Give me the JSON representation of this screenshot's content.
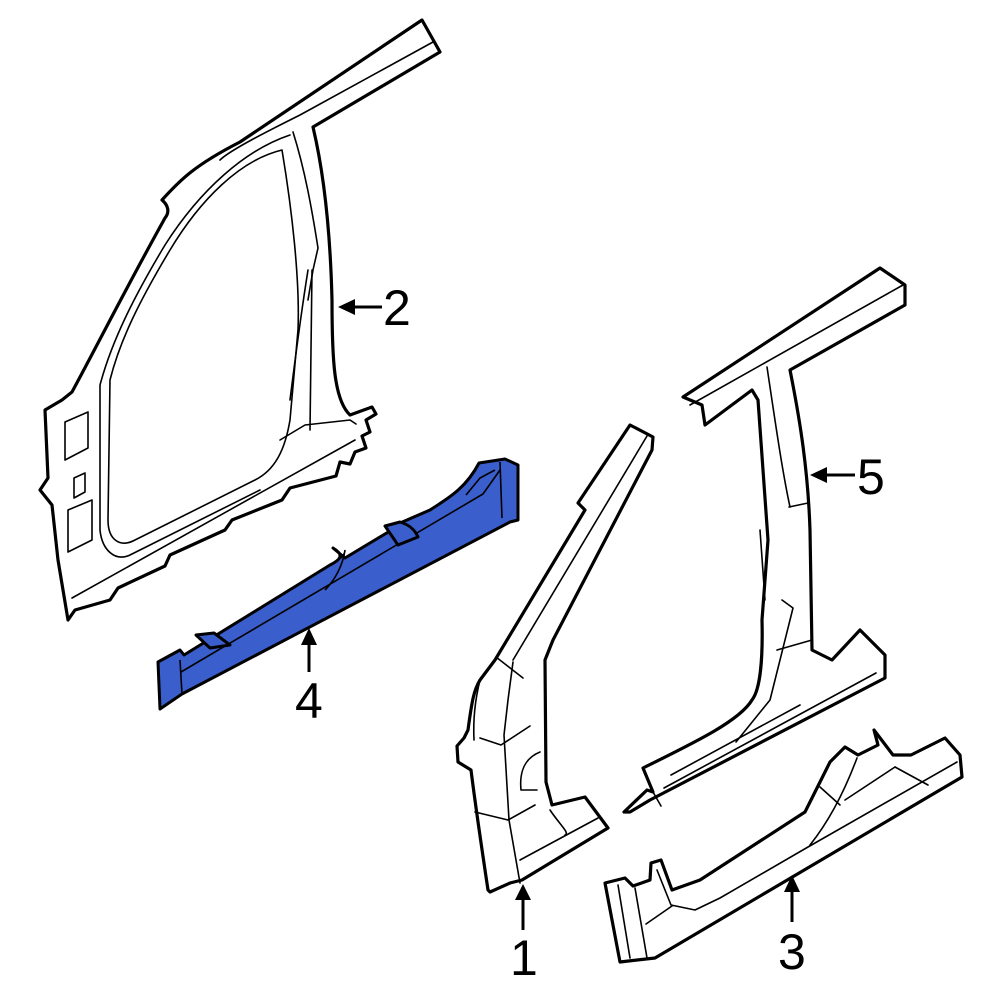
{
  "diagram": {
    "type": "exploded parts diagram",
    "subject": "vehicle side body structure (pillars and rocker panels)",
    "highlight_color": "#3a5fcd",
    "line_color": "#000000",
    "background": "#ffffff",
    "parts": [
      {
        "id": 1,
        "label": "1",
        "name": "A-pillar / hinge pillar (front lower)",
        "highlighted": false
      },
      {
        "id": 2,
        "label": "2",
        "name": "side body aperture panel (outer)",
        "highlighted": false
      },
      {
        "id": 3,
        "label": "3",
        "name": "rocker panel (outer)",
        "highlighted": false
      },
      {
        "id": 4,
        "label": "4",
        "name": "rocker panel reinforcement",
        "highlighted": true
      },
      {
        "id": 5,
        "label": "5",
        "name": "B-pillar with roof rail section",
        "highlighted": false
      }
    ]
  },
  "callouts": {
    "c1": "1",
    "c2": "2",
    "c3": "3",
    "c4": "4",
    "c5": "5"
  }
}
